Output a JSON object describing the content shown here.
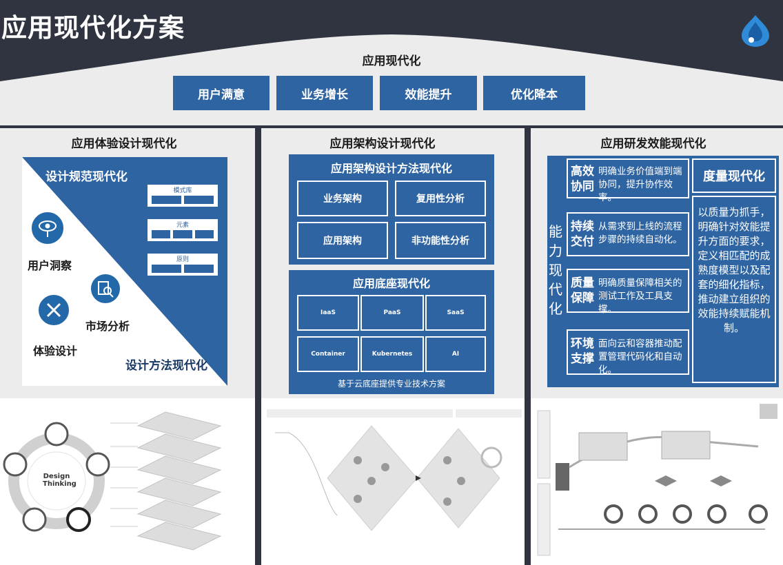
{
  "page": {
    "title": "应用现代化方案"
  },
  "top": {
    "title": "应用现代化",
    "goals": [
      "用户满意",
      "业务增长",
      "效能提升",
      "优化降本"
    ]
  },
  "left": {
    "header": "应用体验设计现代化",
    "spec_title": "设计规范现代化",
    "method_title": "设计方法现代化",
    "bars": [
      "模式库",
      "元素",
      "原则"
    ],
    "icons": [
      "用户洞察",
      "市场分析",
      "体验设计"
    ],
    "diagram_center": [
      "Design",
      "Thinking"
    ]
  },
  "middle": {
    "header": "应用架构设计现代化",
    "method_title": "应用架构设计方法现代化",
    "method_items": [
      "业务架构",
      "复用性分析",
      "应用架构",
      "非功能性分析"
    ],
    "base_title": "应用底座现代化",
    "base_items": [
      "IaaS",
      "PaaS",
      "SaaS",
      "Container",
      "Kubernetes",
      "AI"
    ],
    "base_footer": "基于云底座提供专业技术方案"
  },
  "right": {
    "header": "应用研发效能现代化",
    "side_label": "能力现代化",
    "rows": [
      {
        "title": [
          "高效",
          "协同"
        ],
        "desc": "明确业务价值端到端协同，提升协作效率。"
      },
      {
        "title": [
          "持续",
          "交付"
        ],
        "desc": "从需求到上线的流程步骤的持续自动化。"
      },
      {
        "title": [
          "质量",
          "保障"
        ],
        "desc": "明确质量保障相关的测试工作及工具支撑。"
      },
      {
        "title": [
          "环境",
          "支撑"
        ],
        "desc": "面向云和容器推动配置管理代码化和自动化。"
      }
    ],
    "metric_title": "度量现代化",
    "metric_desc": "以质量为抓手，明确针对效能提升方面的要求，定义相匹配的成熟度模型以及配套的细化指标，推动建立组织的效能持续赋能机制。"
  },
  "colors": {
    "primary": "#2f64a2",
    "dark": "#2f3440",
    "panel": "#ececec"
  }
}
